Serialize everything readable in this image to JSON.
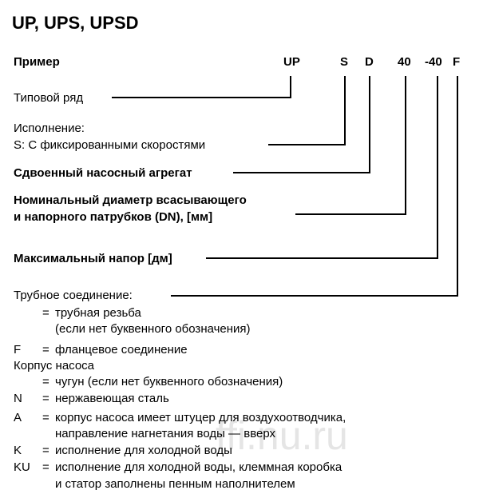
{
  "title": "UP, UPS, UPSD",
  "example": {
    "label": "Пример",
    "code": [
      "UP",
      "S",
      "D",
      "40",
      "-40",
      "F"
    ]
  },
  "rows": {
    "series": "Типовой ряд",
    "execution_heading": "Исполнение:",
    "execution_s": "S: С фиксированными скоростями",
    "twin": "Сдвоенный насосный агрегат",
    "dn_line1": "Номинальный диаметр всасывающего",
    "dn_line2": "и напорного патрубков (DN), [мм]",
    "head": "Максимальный напор [дм]",
    "pipe": "Трубное соединение:"
  },
  "legend": [
    {
      "code": "",
      "eq": "=",
      "text": "трубная резьба"
    },
    {
      "code": "",
      "eq": "",
      "text": "(если нет буквенного обозначения)"
    },
    {
      "code": "F",
      "eq": "=",
      "text": "фланцевое соединение"
    },
    {
      "code": "Корпус насоса",
      "eq": "",
      "text": ""
    },
    {
      "code": "",
      "eq": "=",
      "text": "чугун (если нет буквенного обозначения)"
    },
    {
      "code": "N",
      "eq": "=",
      "text": "нержавеющая сталь"
    },
    {
      "code": "A",
      "eq": "=",
      "text": "корпус насоса имеет штуцер для воздухоотводчика,"
    },
    {
      "code": "",
      "eq": "",
      "text": "направление нагнетания воды — вверх"
    },
    {
      "code": "K",
      "eq": "=",
      "text": "исполнение для холодной воды"
    },
    {
      "code": "KU",
      "eq": "=",
      "text": "исполнение для холодной воды, клеммная коробка"
    },
    {
      "code": "",
      "eq": "",
      "text": "и статор заполнены пенным наполнителем"
    }
  ],
  "watermark": "ffi.nu.ru"
}
